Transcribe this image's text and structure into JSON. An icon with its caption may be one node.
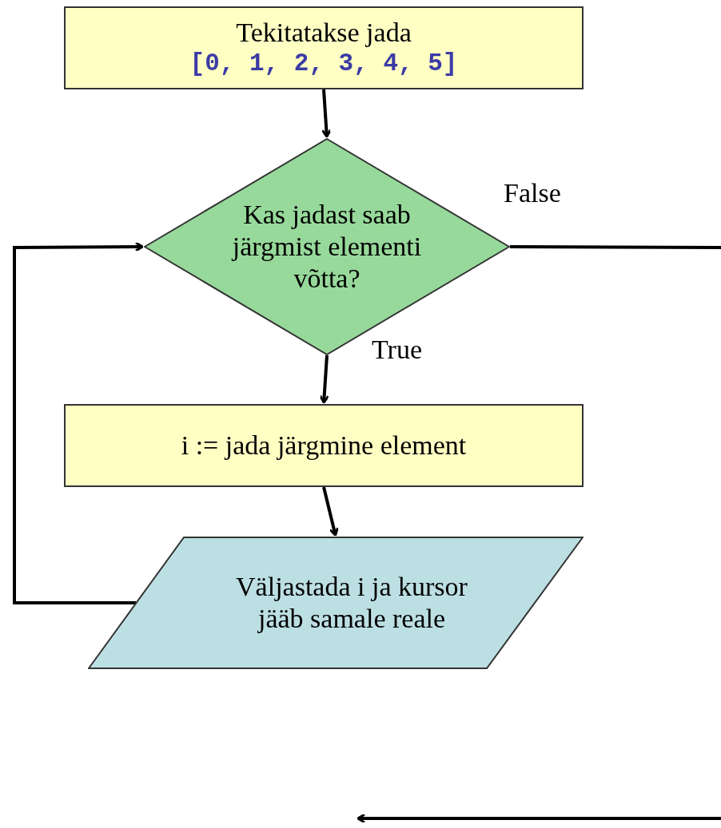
{
  "diagram": {
    "nodes": [
      {
        "text": [
          "Tekitatakse jada",
          "[0, 1, 2, 3, 4, 5]"
        ]
      },
      {
        "text": [
          "Kas jadast saab järgmist elementi võtta?"
        ]
      },
      {
        "text": [
          "i := jada järgmine element"
        ]
      },
      {
        "text": [
          "Väljastada i ja kursor jääb samale reale"
        ]
      }
    ],
    "edges": [
      {
        "from": 0,
        "to": 1,
        "arrow": "to"
      },
      {
        "from": 1,
        "to": 2,
        "arrow": "to",
        "label": "True"
      },
      {
        "from": 2,
        "to": 3,
        "arrow": "to"
      },
      {
        "from": 3,
        "to": 1,
        "arrow": "to"
      },
      {
        "from": 1,
        "to": null,
        "arrow": "none",
        "label": "False"
      }
    ]
  }
}
